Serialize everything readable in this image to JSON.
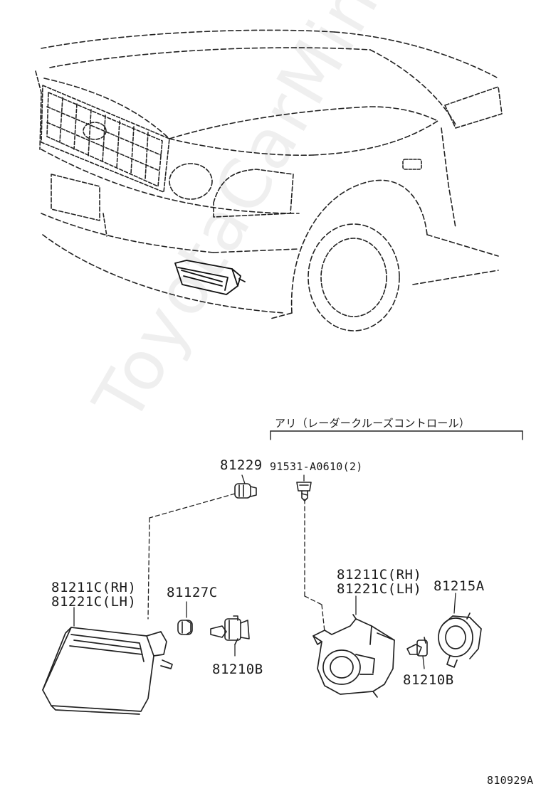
{
  "watermark": "ToyotaCarMine.ru",
  "labels": {
    "option_note": "アリ（レーダークルーズコントロール）",
    "p81229": "81229",
    "p91531": "91531-A0610(2)",
    "p81211_rh_left": "81211C(RH)",
    "p81221_lh_left": "81221C(LH)",
    "p81127": "81127C",
    "p81210_left": "81210B",
    "p81211_rh_right": "81211C(RH)",
    "p81221_lh_right": "81221C(LH)",
    "p81215": "81215A",
    "p81210_right": "81210B",
    "figure_id": "810929A"
  }
}
